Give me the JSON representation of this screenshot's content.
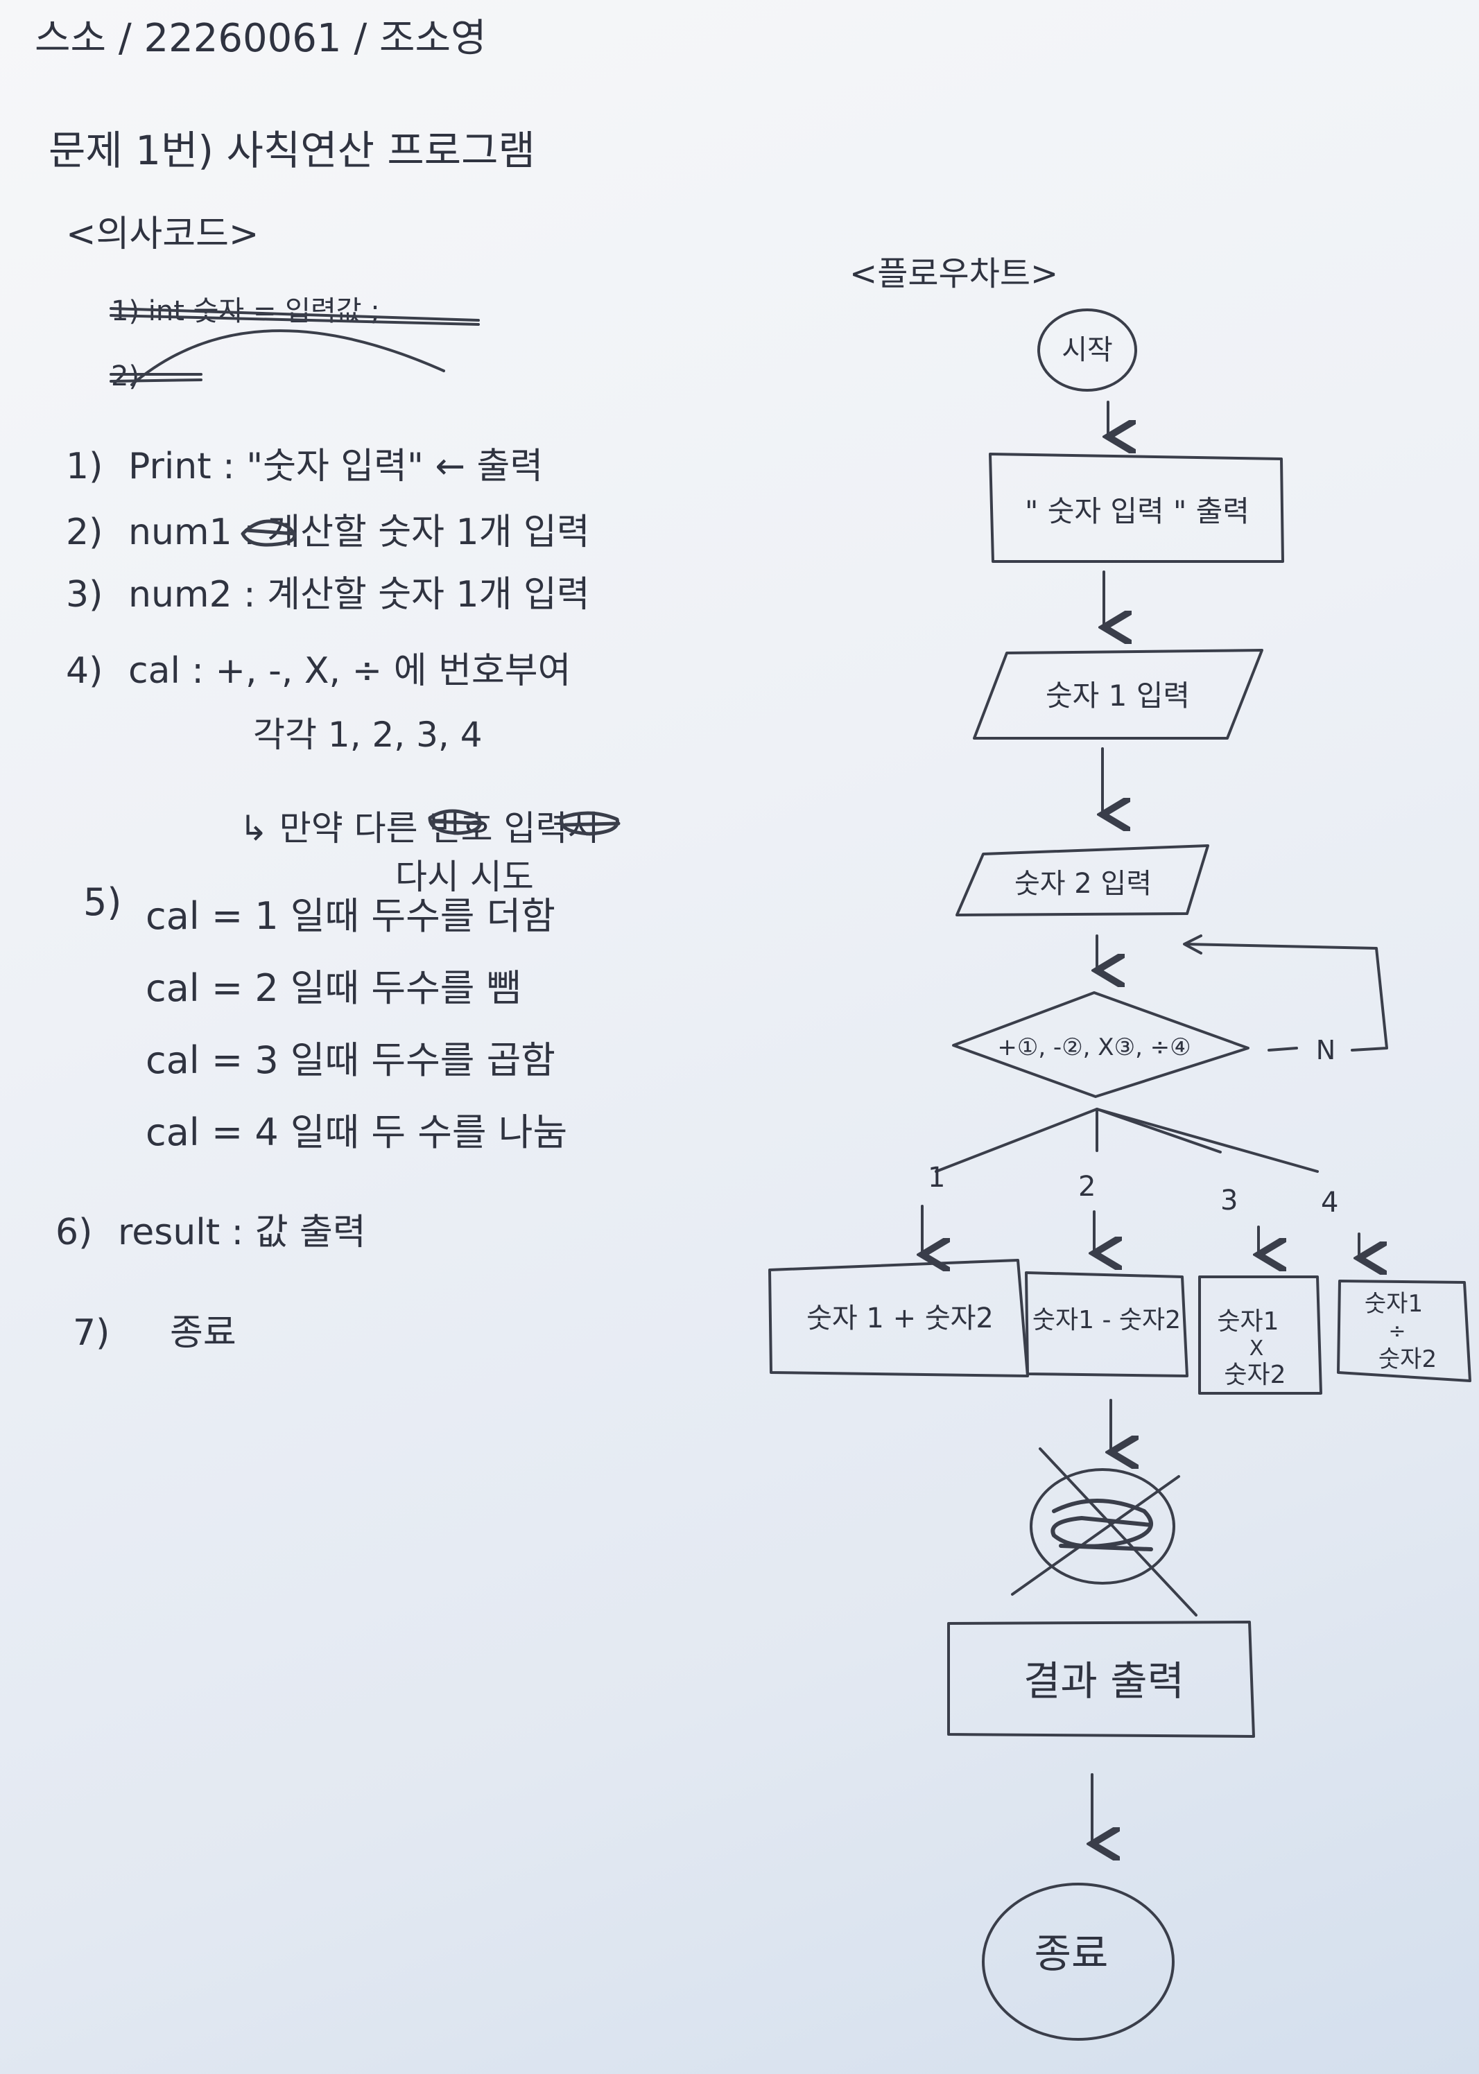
{
  "header": "스소 / 22260061 / 조소영",
  "problem_title": "문제 1번) 사칙연산 프로그램",
  "pseudocode": {
    "title": "<의사코드>",
    "crossed_lines": [
      "1) int 숫자 = 입력값 ;",
      "2)"
    ],
    "steps": [
      {
        "n": "1)",
        "text": "Print : \"숫자 입력\" ← 출력"
      },
      {
        "n": "2)",
        "text": "num1 : 계산할 숫자 1개 입력"
      },
      {
        "n": "3)",
        "text": "num2 : 계산할 숫자 1개 입력"
      },
      {
        "n": "4)",
        "text": "cal : +, -, X, ÷ 에 번호부여"
      }
    ],
    "step4_detail": "각각 1, 2, 3, 4",
    "step4_note_line1": "↳ 만약 다른 번호 입력시",
    "step4_note_line2": "다시 시도",
    "step5_n": "5)",
    "cal_cases": [
      "cal = 1 일때  두수를 더함",
      "cal = 2 일때  두수를 뺌",
      "cal = 3 일때  두수를 곱함",
      "cal = 4 일때  두 수를 나눔"
    ],
    "step6": {
      "n": "6)",
      "text": "result : 값 출력"
    },
    "step7": {
      "n": "7)",
      "text": "종료"
    }
  },
  "flowchart": {
    "title": "<플로우차트>",
    "start": "시작",
    "print_box": "\" 숫자 입력 \" 출력",
    "input1": "숫자 1 입력",
    "input2": "숫자 2 입력",
    "decision": "+①, -②, X③, ÷④",
    "no_label": "N",
    "branch_labels": [
      "1",
      "2",
      "3",
      "4"
    ],
    "ops": [
      "숫자 1 + 숫자2",
      "숫자1 - 숫자2",
      "숫자1",
      "X",
      "숫자2",
      "숫자1",
      "÷",
      "숫자2"
    ],
    "result": "결과 출력",
    "end": "종료"
  }
}
